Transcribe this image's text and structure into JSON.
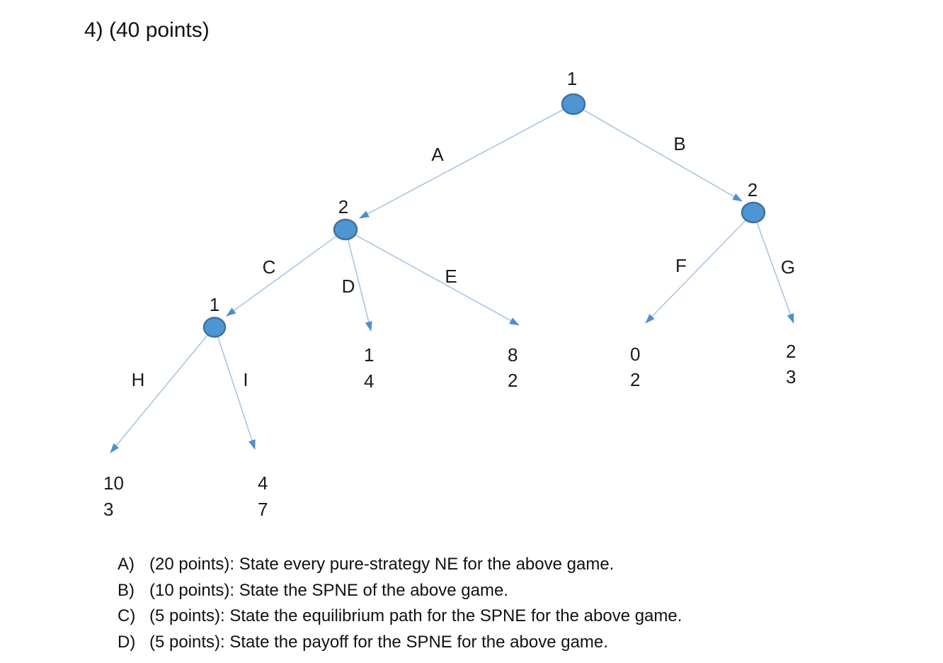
{
  "title": "4) (40 points)",
  "colors": {
    "node_fill": "#4E95D3",
    "node_stroke": "#41719C",
    "edge_line": "#A9C6E3",
    "arrowhead": "#4E8FCB",
    "text": "#1A1A1A"
  },
  "tree": {
    "nodes": [
      {
        "id": "root",
        "player": "1"
      },
      {
        "id": "left",
        "player": "2"
      },
      {
        "id": "right",
        "player": "2"
      },
      {
        "id": "lower-left",
        "player": "1"
      }
    ],
    "edges": [
      {
        "label": "A",
        "from": "root(1)",
        "to": "left(2)"
      },
      {
        "label": "B",
        "from": "root(1)",
        "to": "right(2)"
      },
      {
        "label": "C",
        "from": "left(2)",
        "to": "lower-left(1)"
      },
      {
        "label": "D",
        "from": "left(2)",
        "to": "terminal"
      },
      {
        "label": "E",
        "from": "left(2)",
        "to": "terminal"
      },
      {
        "label": "F",
        "from": "right(2)",
        "to": "terminal"
      },
      {
        "label": "G",
        "from": "right(2)",
        "to": "terminal"
      },
      {
        "label": "H",
        "from": "lower-left(1)",
        "to": "terminal"
      },
      {
        "label": "I",
        "from": "lower-left(1)",
        "to": "terminal"
      }
    ],
    "payoffs": [
      {
        "terminal": "H",
        "player1": "10",
        "player2": "3"
      },
      {
        "terminal": "I",
        "player1": "4",
        "player2": "7"
      },
      {
        "terminal": "D",
        "player1": "1",
        "player2": "4"
      },
      {
        "terminal": "E",
        "player1": "8",
        "player2": "2"
      },
      {
        "terminal": "F",
        "player1": "0",
        "player2": "2"
      },
      {
        "terminal": "G",
        "player1": "2",
        "player2": "3"
      }
    ]
  },
  "questions": [
    {
      "letter": "A)",
      "text": "(20 points): State every pure-strategy NE for the above game."
    },
    {
      "letter": "B)",
      "text": "(10 points): State the SPNE of the above game."
    },
    {
      "letter": "C)",
      "text": "(5 points): State the equilibrium path for the SPNE for the above game."
    },
    {
      "letter": "D)",
      "text": "(5 points): State the payoff for the SPNE for the above game."
    }
  ]
}
